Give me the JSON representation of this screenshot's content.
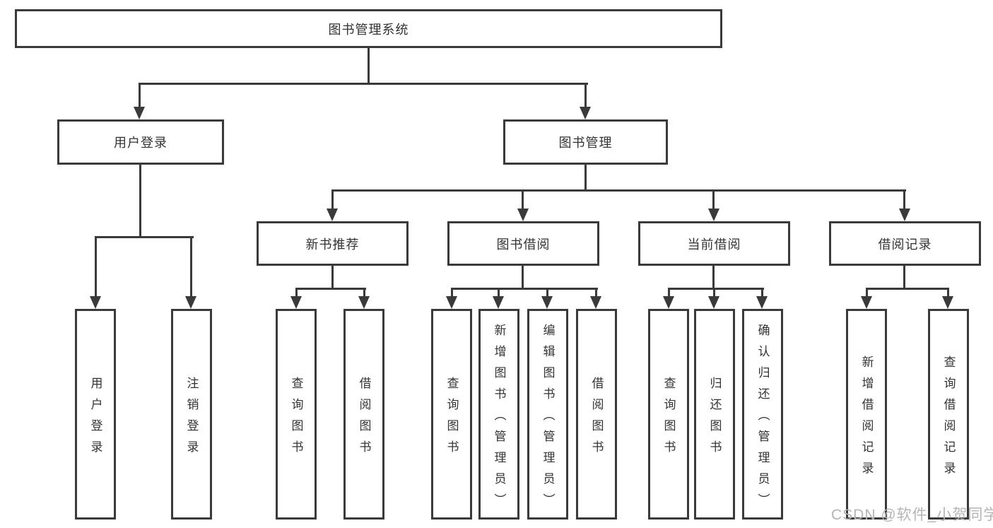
{
  "diagram": {
    "title": "图书管理系统",
    "level2": [
      {
        "label": "用户登录"
      },
      {
        "label": "图书管理"
      }
    ],
    "level3": [
      {
        "label": "新书推荐"
      },
      {
        "label": "图书借阅"
      },
      {
        "label": "当前借阅"
      },
      {
        "label": "借阅记录"
      }
    ],
    "leaves": {
      "user_login": [
        "用户登录",
        "注销登录"
      ],
      "new_book_recommend": [
        "查询图书",
        "借阅图书"
      ],
      "book_borrow": [
        "查询图书",
        "新增图书（管理员）",
        "编辑图书（管理员）",
        "借阅图书"
      ],
      "current_borrow": [
        "查询图书",
        "归还图书",
        "确认归还（管理员）"
      ],
      "borrow_record": [
        "新增借阅记录",
        "查询借阅记录"
      ]
    },
    "watermark": "CSDN @软件_小贺同学",
    "colors": {
      "line": "#3a3a3a",
      "text": "#333333",
      "watermark": "#b5b5b5"
    }
  }
}
